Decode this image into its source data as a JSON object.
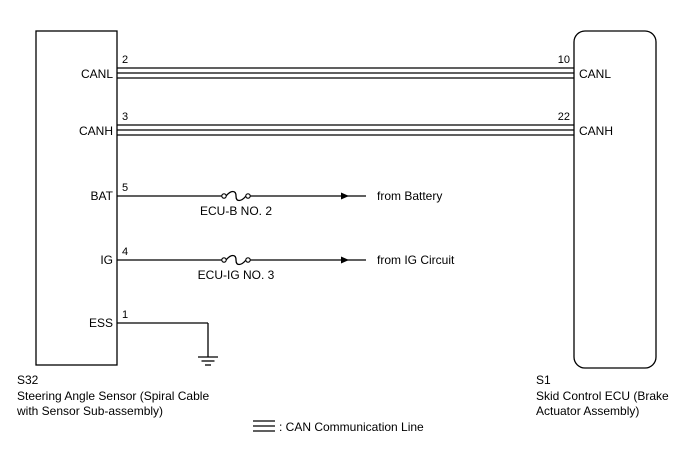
{
  "components": {
    "left": {
      "code": "S32",
      "name_line1": "Steering Angle Sensor (Spiral Cable",
      "name_line2": "with Sensor Sub-assembly)",
      "pins": [
        {
          "label": "CANL",
          "number": "2"
        },
        {
          "label": "CANH",
          "number": "3"
        },
        {
          "label": "BAT",
          "number": "5"
        },
        {
          "label": "IG",
          "number": "4"
        },
        {
          "label": "ESS",
          "number": "1"
        }
      ]
    },
    "right": {
      "code": "S1",
      "name_line1": "Skid Control ECU (Brake",
      "name_line2": "Actuator Assembly)",
      "pins": [
        {
          "label": "CANL",
          "number": "10"
        },
        {
          "label": "CANH",
          "number": "22"
        }
      ]
    }
  },
  "fuses": {
    "bat": "ECU-B NO. 2",
    "ig": "ECU-IG NO. 3"
  },
  "sources": {
    "bat": "from Battery",
    "ig": "from IG Circuit"
  },
  "legend": {
    "text": ": CAN Communication Line"
  }
}
